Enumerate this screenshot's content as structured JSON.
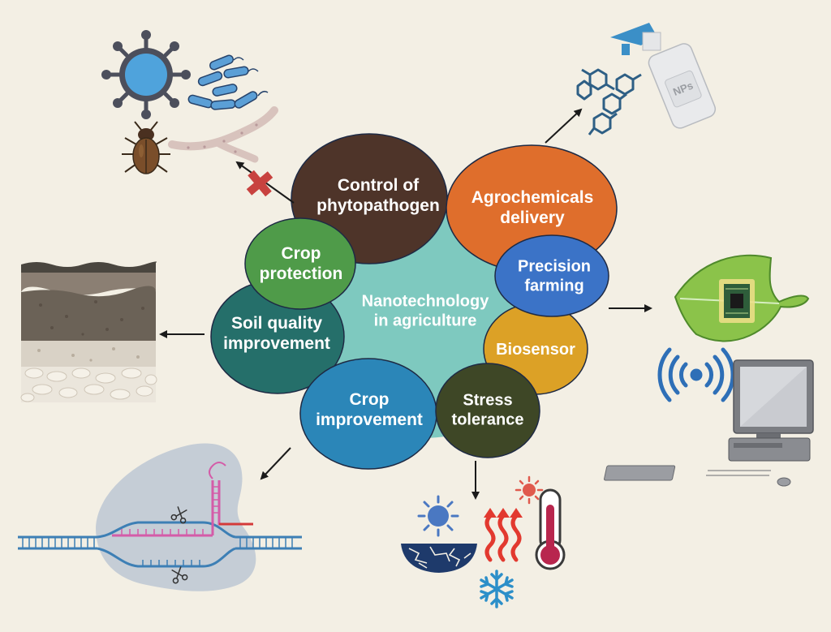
{
  "diagram": {
    "center": {
      "line1": "Nanotechnology",
      "line2": "in agriculture",
      "color": "#7ec9bf"
    },
    "nodes": [
      {
        "id": "control-of-phytopathogen",
        "line1": "Control of",
        "line2": "phytopathogen",
        "color": "#4e3429"
      },
      {
        "id": "agrochemicals-delivery",
        "line1": "Agrochemicals",
        "line2": "delivery",
        "color": "#df6e2c"
      },
      {
        "id": "precision-farming",
        "line1": "Precision",
        "line2": "farming",
        "color": "#3b73c7"
      },
      {
        "id": "biosensor",
        "line1": "Biosensor",
        "line2": "",
        "color": "#dca126"
      },
      {
        "id": "stress-tolerance",
        "line1": "Stress",
        "line2": "tolerance",
        "color": "#3e4726"
      },
      {
        "id": "crop-improvement",
        "line1": "Crop",
        "line2": "improvement",
        "color": "#2b86b8"
      },
      {
        "id": "soil-quality-improvement",
        "line1": "Soil quality",
        "line2": "improvement",
        "color": "#256f6a"
      },
      {
        "id": "crop-protection",
        "line1": "Crop",
        "line2": "protection",
        "color": "#4f9b49"
      }
    ],
    "spray_bottle_label": "NPs"
  }
}
